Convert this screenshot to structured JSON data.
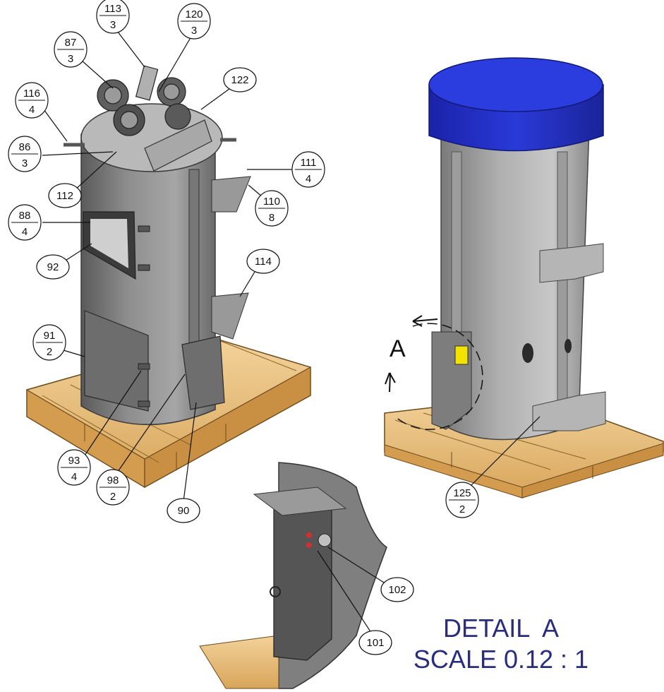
{
  "callouts": [
    {
      "id": "c113",
      "num": "113",
      "qty": "3"
    },
    {
      "id": "c120",
      "num": "120",
      "qty": "3"
    },
    {
      "id": "c87",
      "num": "87",
      "qty": "3"
    },
    {
      "id": "c122",
      "num": "122",
      "qty": ""
    },
    {
      "id": "c116",
      "num": "116",
      "qty": "4"
    },
    {
      "id": "c86",
      "num": "86",
      "qty": "3"
    },
    {
      "id": "c111",
      "num": "111",
      "qty": "4"
    },
    {
      "id": "c112",
      "num": "112",
      "qty": ""
    },
    {
      "id": "c110",
      "num": "110",
      "qty": "8"
    },
    {
      "id": "c88",
      "num": "88",
      "qty": "4"
    },
    {
      "id": "c92",
      "num": "92",
      "qty": ""
    },
    {
      "id": "c114",
      "num": "114",
      "qty": ""
    },
    {
      "id": "c91",
      "num": "91",
      "qty": "2"
    },
    {
      "id": "c93",
      "num": "93",
      "qty": "4"
    },
    {
      "id": "c98",
      "num": "98",
      "qty": "2"
    },
    {
      "id": "c90",
      "num": "90",
      "qty": ""
    },
    {
      "id": "c125",
      "num": "125",
      "qty": "2"
    },
    {
      "id": "c102",
      "num": "102",
      "qty": ""
    },
    {
      "id": "c101",
      "num": "101",
      "qty": ""
    }
  ],
  "view_label": "A",
  "detail": {
    "title": "DETAIL  A",
    "scale": "SCALE 0.12 : 1"
  },
  "colors": {
    "body_gray": "#8a8a8a",
    "cover_blue": "#1f2fc2",
    "pallet_wood": "#e8c07a",
    "detail_text": "#2a2d7c",
    "warning_label": "#f2e200"
  }
}
